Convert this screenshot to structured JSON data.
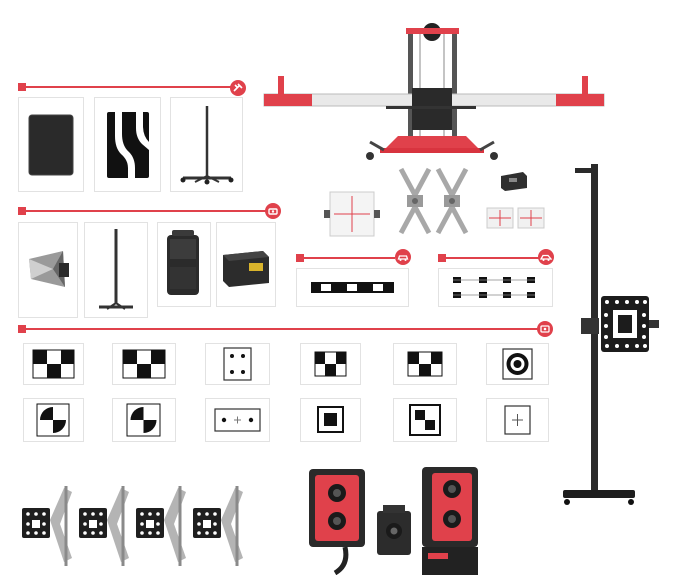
{
  "page": {
    "background": "#ffffff",
    "accent_color": "#e0414b",
    "frame_color": "#e2e2e2",
    "dark_color": "#1c1c1c"
  },
  "sections": [
    {
      "icon": "tool-icon",
      "items": [
        "carbon-panel-target",
        "wave-pattern-target",
        "tripod-stand"
      ]
    },
    {
      "icon": "radar-icon",
      "items": [
        "corner-reflector",
        "pole-stand",
        "radar-box",
        "signal-simulator-box"
      ]
    },
    {
      "icon": "car-icon",
      "items": [
        "strip-target-single"
      ]
    },
    {
      "icon": "car-side-icon",
      "items": [
        "strip-target-double"
      ]
    },
    {
      "icon": "camera-car-icon",
      "items": [
        "checker-target",
        "checker-target",
        "dot-target",
        "checker-target",
        "checker-target",
        "circle-target",
        "quadrant-target",
        "quadrant-target",
        "dot-cross-target",
        "square-target",
        "checker-square-target",
        "cross-target"
      ]
    }
  ],
  "equipment": [
    "calibration-frame",
    "alignment-plate",
    "wheel-clamp",
    "wheel-clamp",
    "laser-target",
    "laser-target",
    "control-box",
    "target-stand",
    "camera-sensor-left",
    "camera-sensor-center",
    "camera-sensor-right",
    "wheel-clamp-set"
  ]
}
